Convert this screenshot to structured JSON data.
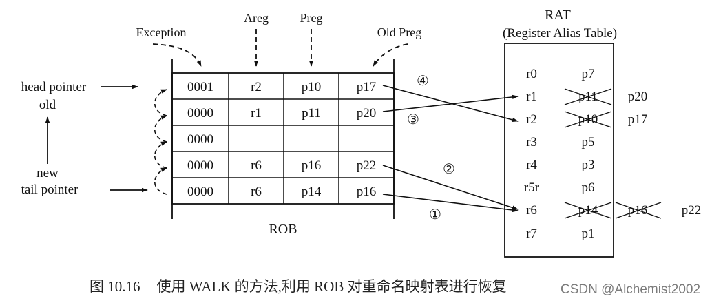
{
  "labels": {
    "exception": "Exception",
    "areg": "Areg",
    "preg": "Preg",
    "old_preg": "Old Preg",
    "head_pointer": "head pointer",
    "old": "old",
    "new": "new",
    "tail_pointer": "tail pointer",
    "rob": "ROB",
    "rat_title": "RAT",
    "rat_subtitle": "(Register Alias Table)"
  },
  "rob_rows": [
    {
      "exception": "0001",
      "areg": "r2",
      "preg": "p10",
      "old_preg": "p17"
    },
    {
      "exception": "0000",
      "areg": "r1",
      "preg": "p11",
      "old_preg": "p20"
    },
    {
      "exception": "0000",
      "areg": "",
      "preg": "",
      "old_preg": ""
    },
    {
      "exception": "0000",
      "areg": "r6",
      "preg": "p16",
      "old_preg": "p22"
    },
    {
      "exception": "0000",
      "areg": "r6",
      "preg": "p14",
      "old_preg": "p16"
    }
  ],
  "rat_rows": [
    {
      "reg": "r0",
      "mappings": [
        {
          "value": "p7",
          "crossed": false
        }
      ]
    },
    {
      "reg": "r1",
      "mappings": [
        {
          "value": "p11",
          "crossed": true
        },
        {
          "value": "p20",
          "crossed": false
        }
      ]
    },
    {
      "reg": "r2",
      "mappings": [
        {
          "value": "p10",
          "crossed": true
        },
        {
          "value": "p17",
          "crossed": false
        }
      ]
    },
    {
      "reg": "r3",
      "mappings": [
        {
          "value": "p5",
          "crossed": false
        }
      ]
    },
    {
      "reg": "r4",
      "mappings": [
        {
          "value": "p3",
          "crossed": false
        }
      ]
    },
    {
      "reg": "r5r",
      "mappings": [
        {
          "value": "p6",
          "crossed": false
        }
      ]
    },
    {
      "reg": "r6",
      "mappings": [
        {
          "value": "p14",
          "crossed": true
        },
        {
          "value": "p16",
          "crossed": true
        },
        {
          "value": "p22",
          "crossed": false
        }
      ]
    },
    {
      "reg": "r7",
      "mappings": [
        {
          "value": "p1",
          "crossed": false
        }
      ]
    }
  ],
  "step_markers": [
    "①",
    "②",
    "③",
    "④"
  ],
  "caption": {
    "figure_number": "图 10.16",
    "text": "使用 WALK 的方法,利用 ROB 对重命名映射表进行恢复"
  },
  "watermark": "CSDN @Alchemist2002"
}
